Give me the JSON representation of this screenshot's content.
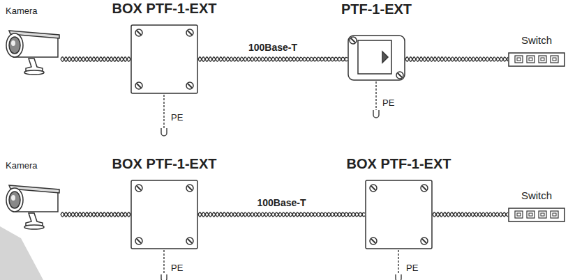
{
  "diagram": {
    "nodes": [
      {
        "text": [
          "Kamera"
        ]
      },
      {
        "text": [
          "BOX PTF-1-EXT"
        ]
      },
      {
        "text": [
          "PTF-1-EXT"
        ]
      },
      {
        "text": [
          "Switch"
        ]
      },
      {
        "text": [
          "Kamera"
        ]
      },
      {
        "text": [
          "BOX PTF-1-EXT"
        ]
      },
      {
        "text": [
          "BOX PTF-1-EXT"
        ]
      },
      {
        "text": [
          "Switch"
        ]
      }
    ],
    "edges": [
      {
        "from": 0,
        "to": 1,
        "arrow": "none"
      },
      {
        "from": 1,
        "to": 2,
        "label": "100Base-T",
        "arrow": "none"
      },
      {
        "from": 2,
        "to": 3,
        "arrow": "none"
      },
      {
        "from": 4,
        "to": 5,
        "arrow": "none"
      },
      {
        "from": 5,
        "to": 6,
        "label": "100Base-T",
        "arrow": "none"
      },
      {
        "from": 6,
        "to": 7,
        "arrow": "none"
      }
    ],
    "labels": [
      "PE",
      "PE",
      "PE",
      "PE"
    ]
  }
}
